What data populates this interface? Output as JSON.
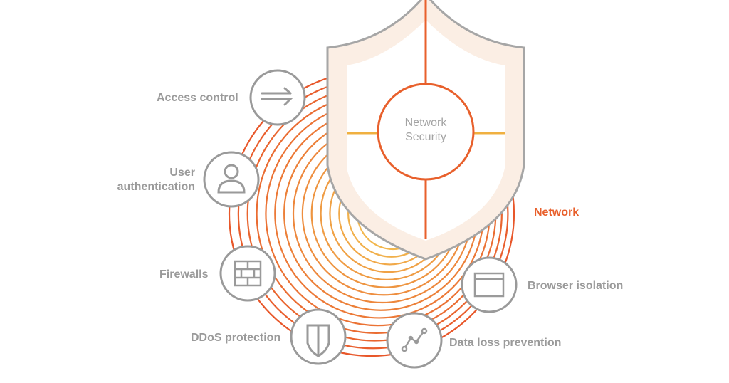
{
  "center": {
    "line1": "Network",
    "line2": "Security"
  },
  "network_label": "Network",
  "items": [
    {
      "label": "Access control",
      "icon": "arrows-exchange-icon"
    },
    {
      "label_line1": "User",
      "label_line2": "authentication",
      "icon": "user-icon"
    },
    {
      "label": "Firewalls",
      "icon": "brick-wall-icon"
    },
    {
      "label": "DDoS protection",
      "icon": "shield-icon"
    },
    {
      "label": "Data loss prevention",
      "icon": "line-chart-icon"
    },
    {
      "label": "Browser isolation",
      "icon": "browser-window-icon"
    }
  ],
  "colors": {
    "ring_outer": "#e8572a",
    "ring_inner": "#f2b74e",
    "icon_gray": "#9a9a9a",
    "shield_fill": "#fbeee4",
    "accent": "#e8602c"
  },
  "ring_count": 15
}
